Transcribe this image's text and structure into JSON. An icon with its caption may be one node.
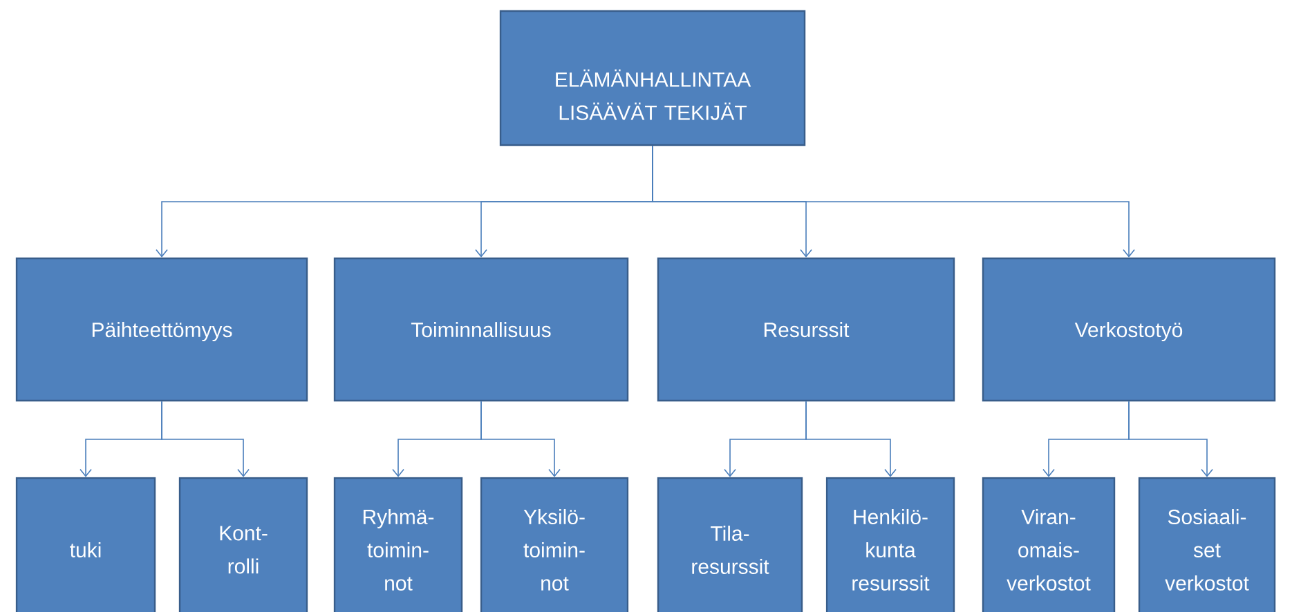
{
  "diagram": {
    "nodes": [
      {
        "text": [
          "ELÄMÄNHALLINTAA LISÄÄVÄT TEKIJÄT"
        ]
      },
      {
        "text": [
          "Päihteettömyys"
        ]
      },
      {
        "text": [
          "Toiminnallisuus"
        ]
      },
      {
        "text": [
          "Resurssit"
        ]
      },
      {
        "text": [
          "Verkostotyö"
        ]
      },
      {
        "text": [
          "tuki"
        ]
      },
      {
        "text": [
          "Kont- rolli"
        ]
      },
      {
        "text": [
          "Ryhmä- toimin- not"
        ]
      },
      {
        "text": [
          "Yksilö- toimin- not"
        ]
      },
      {
        "text": [
          "Tila- resurssit"
        ]
      },
      {
        "text": [
          "Henkilö- kunta resurssit"
        ]
      },
      {
        "text": [
          "Viran- omais- verkostot"
        ]
      },
      {
        "text": [
          "Sosiaali- set verkostot"
        ]
      }
    ],
    "edges": [
      {
        "from": 0,
        "to": 1,
        "arrow": "to"
      },
      {
        "from": 0,
        "to": 2,
        "arrow": "to"
      },
      {
        "from": 0,
        "to": 3,
        "arrow": "to"
      },
      {
        "from": 0,
        "to": 4,
        "arrow": "to"
      },
      {
        "from": 1,
        "to": 5,
        "arrow": "to"
      },
      {
        "from": 1,
        "to": 6,
        "arrow": "to"
      },
      {
        "from": 2,
        "to": 7,
        "arrow": "to"
      },
      {
        "from": 2,
        "to": 8,
        "arrow": "to"
      },
      {
        "from": 3,
        "to": 9,
        "arrow": "to"
      },
      {
        "from": 3,
        "to": 10,
        "arrow": "to"
      },
      {
        "from": 4,
        "to": 11,
        "arrow": "to"
      },
      {
        "from": 4,
        "to": 12,
        "arrow": "to"
      }
    ]
  }
}
